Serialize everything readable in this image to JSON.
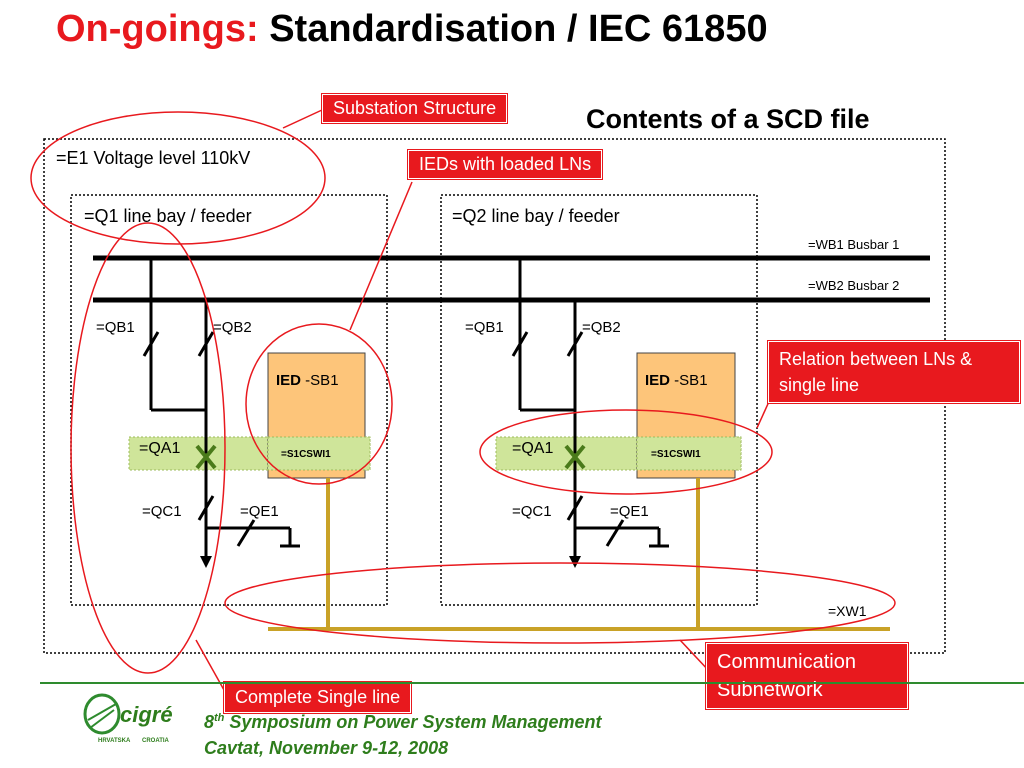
{
  "title": {
    "prefix": "On-goings:",
    "main": "Standardisation / IEC 61850"
  },
  "subtitle": "Contents of a SCD file",
  "callouts": {
    "substation_structure": "Substation Structure",
    "ieds_with_loaded_lns": "IEDs with loaded LNs",
    "relation_lns": "Relation between LNs & single line",
    "communication_subnetwork": "Communication Subnetwork",
    "complete_single_line": "Complete Single line"
  },
  "diagram": {
    "voltage_level": "=E1 Voltage level 110kV",
    "bays": [
      {
        "title": "=Q1 line bay / feeder",
        "qb1": "=QB1",
        "qb2": "=QB2",
        "qa1": "=QA1",
        "qc1": "=QC1",
        "qe1": "=QE1",
        "ied_bold": "IED",
        "ied_rest": " -SB1",
        "ln": "=S1CSWI1"
      },
      {
        "title": "=Q2 line bay / feeder",
        "qb1": "=QB1",
        "qb2": "=QB2",
        "qa1": "=QA1",
        "qc1": "=QC1",
        "qe1": "=QE1",
        "ied_bold": "IED",
        "ied_rest": " -SB1",
        "ln": "=S1CSWI1"
      }
    ],
    "busbar1": "=WB1 Busbar 1",
    "busbar2": "=WB2 Busbar 2",
    "subnetwork": "=XW1"
  },
  "colors": {
    "accent_red": "#e8191e",
    "ied_fill": "#fdc57a",
    "ln_band": "#cfe59a",
    "comm_line": "#c9a227",
    "switch_green": "#4a7a1a",
    "footer_green": "#2e7d1c"
  },
  "footer": {
    "line1_num": "8",
    "line1_sup": "th",
    "line1_rest": " Symposium on Power System Management",
    "line2": "Cavtat, November 9-12, 2008"
  },
  "logo": {
    "name": "cigré",
    "sub_left": "HRVATSKA",
    "sub_right": "CROATIA"
  }
}
